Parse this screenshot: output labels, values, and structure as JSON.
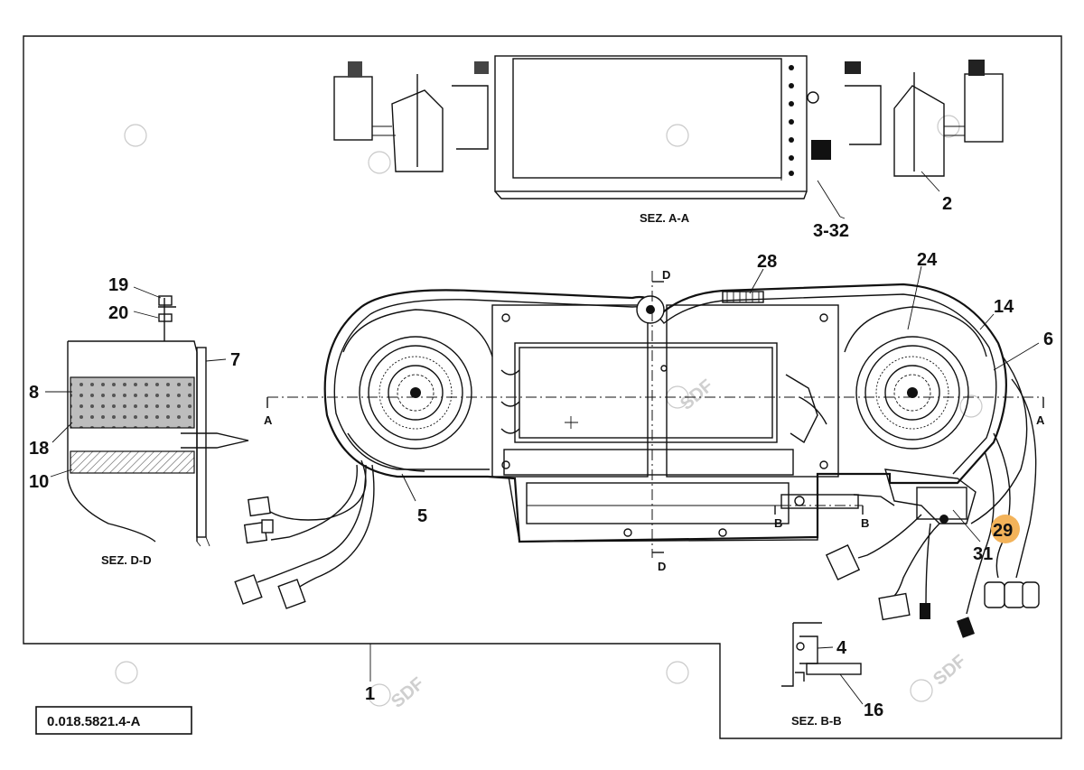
{
  "drawing": {
    "code": "0.018.5821.4-A",
    "watermark": "SDF",
    "sections": {
      "aa": "SEZ. A-A",
      "dd": "SEZ. D-D",
      "bb": "SEZ. B-B"
    },
    "section_marks": {
      "a": "A",
      "b": "B",
      "d": "D"
    },
    "callouts": {
      "c1": "1",
      "c2": "2",
      "c3_32": "3-32",
      "c4": "4",
      "c5": "5",
      "c6": "6",
      "c7": "7",
      "c8": "8",
      "c10": "10",
      "c14": "14",
      "c16": "16",
      "c18": "18",
      "c19": "19",
      "c20": "20",
      "c24": "24",
      "c28": "28",
      "c29": "29",
      "c31": "31"
    },
    "highlight_color": "#f3b35a"
  }
}
